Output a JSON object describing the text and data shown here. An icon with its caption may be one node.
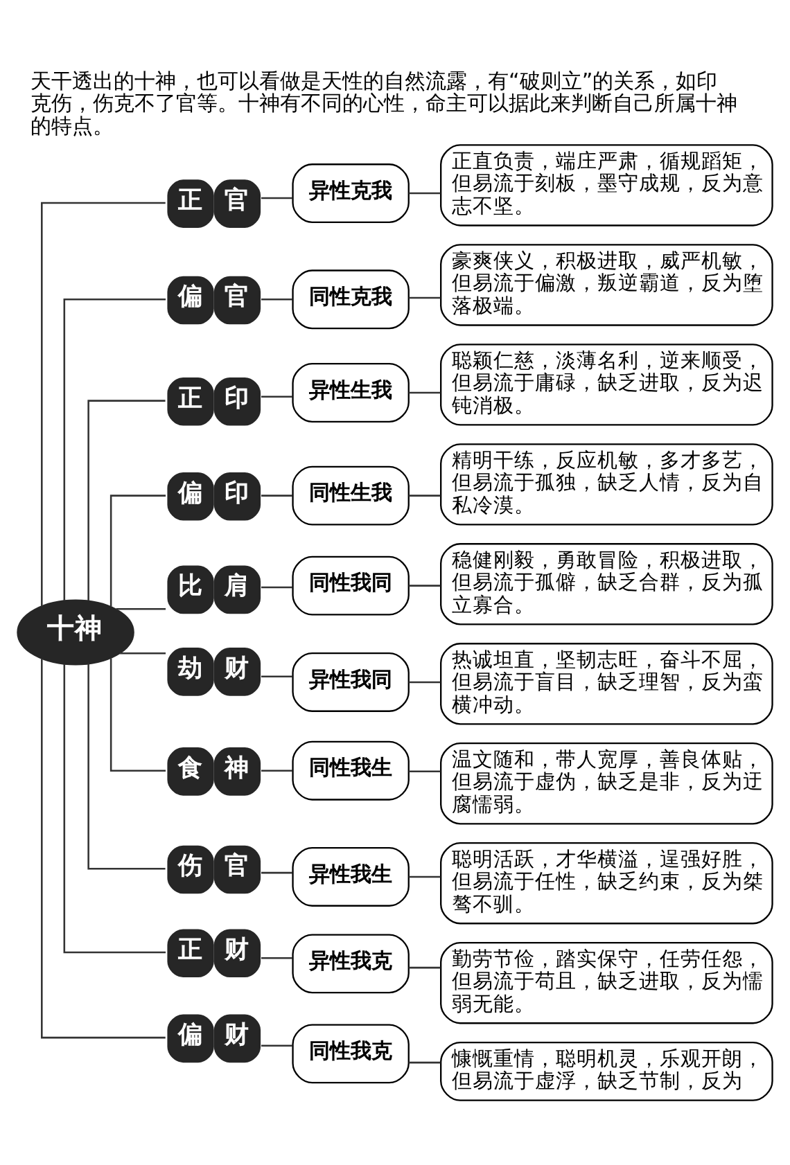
{
  "diagram": {
    "caption": "天干透出的十神，也可以看做是天性的自然流露，有“破则立”的关系，如印克伤，伤克不了官等。十神有不同的心性，命主可以据此来判断自己所属十神的特点。",
    "nodes": [
      {
        "text": [
          "十神"
        ]
      },
      {
        "text": [
          "正",
          "官"
        ]
      },
      {
        "text": [
          "异性克我"
        ]
      },
      {
        "text": [
          "正直负责，端庄严肃，循规蹈矩，但易流于刻板，墨守成规，反为意志不坚。"
        ]
      },
      {
        "text": [
          "偏",
          "官"
        ]
      },
      {
        "text": [
          "同性克我"
        ]
      },
      {
        "text": [
          "豪爽侠义，积极进取，威严机敏，但易流于偏激，叛逆霸道，反为堕落极端。"
        ]
      },
      {
        "text": [
          "正",
          "印"
        ]
      },
      {
        "text": [
          "异性生我"
        ]
      },
      {
        "text": [
          "聪颖仁慈，淡薄名利，逆来顺受，但易流于庸碌，缺乏进取，反为迟钝消极。"
        ]
      },
      {
        "text": [
          "偏",
          "印"
        ]
      },
      {
        "text": [
          "同性生我"
        ]
      },
      {
        "text": [
          "精明干练，反应机敏，多才多艺，但易流于孤独，缺乏人情，反为自私冷漠。"
        ]
      },
      {
        "text": [
          "比",
          "肩"
        ]
      },
      {
        "text": [
          "同性我同"
        ]
      },
      {
        "text": [
          "稳健刚毅，勇敢冒险，积极进取，但易流于孤僻，缺乏合群，反为孤立寡合。"
        ]
      },
      {
        "text": [
          "劫",
          "财"
        ]
      },
      {
        "text": [
          "异性我同"
        ]
      },
      {
        "text": [
          "热诚坦直，坚韧志旺，奋斗不屈，但易流于盲目，缺乏理智，反为蛮横冲动。"
        ]
      },
      {
        "text": [
          "食",
          "神"
        ]
      },
      {
        "text": [
          "同性我生"
        ]
      },
      {
        "text": [
          "温文随和，带人宽厚，善良体贴，但易流于虚伪，缺乏是非，反为迂腐懦弱。"
        ]
      },
      {
        "text": [
          "伤",
          "官"
        ]
      },
      {
        "text": [
          "异性我生"
        ]
      },
      {
        "text": [
          "聪明活跃，才华横溢，逞强好胜，但易流于任性，缺乏约束，反为桀骜不驯。"
        ]
      },
      {
        "text": [
          "正",
          "财"
        ]
      },
      {
        "text": [
          "异性我克"
        ]
      },
      {
        "text": [
          "勤劳节俭，踏实保守，任劳任怨，但易流于苟且，缺乏进取，反为懦弱无能。"
        ]
      },
      {
        "text": [
          "偏",
          "财"
        ]
      },
      {
        "text": [
          "同性我克"
        ]
      },
      {
        "text": [
          "慷慨重情，聪明机灵，乐观开朗，但易流于虚浮，缺乏节制，反为"
        ]
      }
    ],
    "edges": [
      {
        "from": 0,
        "to": 1,
        "arrow": "none"
      },
      {
        "from": 1,
        "to": 2,
        "arrow": "none"
      },
      {
        "from": 2,
        "to": 3,
        "arrow": "none"
      },
      {
        "from": 0,
        "to": 4,
        "arrow": "none"
      },
      {
        "from": 4,
        "to": 5,
        "arrow": "none"
      },
      {
        "from": 5,
        "to": 6,
        "arrow": "none"
      },
      {
        "from": 0,
        "to": 7,
        "arrow": "none"
      },
      {
        "from": 7,
        "to": 8,
        "arrow": "none"
      },
      {
        "from": 8,
        "to": 9,
        "arrow": "none"
      },
      {
        "from": 0,
        "to": 10,
        "arrow": "none"
      },
      {
        "from": 10,
        "to": 11,
        "arrow": "none"
      },
      {
        "from": 11,
        "to": 12,
        "arrow": "none"
      },
      {
        "from": 0,
        "to": 13,
        "arrow": "none"
      },
      {
        "from": 13,
        "to": 14,
        "arrow": "none"
      },
      {
        "from": 14,
        "to": 15,
        "arrow": "none"
      },
      {
        "from": 0,
        "to": 16,
        "arrow": "none"
      },
      {
        "from": 16,
        "to": 17,
        "arrow": "none"
      },
      {
        "from": 17,
        "to": 18,
        "arrow": "none"
      },
      {
        "from": 0,
        "to": 19,
        "arrow": "none"
      },
      {
        "from": 19,
        "to": 20,
        "arrow": "none"
      },
      {
        "from": 20,
        "to": 21,
        "arrow": "none"
      },
      {
        "from": 0,
        "to": 22,
        "arrow": "none"
      },
      {
        "from": 22,
        "to": 23,
        "arrow": "none"
      },
      {
        "from": 23,
        "to": 24,
        "arrow": "none"
      },
      {
        "from": 0,
        "to": 25,
        "arrow": "none"
      },
      {
        "from": 25,
        "to": 26,
        "arrow": "none"
      },
      {
        "from": 26,
        "to": 27,
        "arrow": "none"
      },
      {
        "from": 0,
        "to": 28,
        "arrow": "none"
      },
      {
        "from": 28,
        "to": 29,
        "arrow": "none"
      },
      {
        "from": 29,
        "to": 30,
        "arrow": "none"
      }
    ]
  }
}
